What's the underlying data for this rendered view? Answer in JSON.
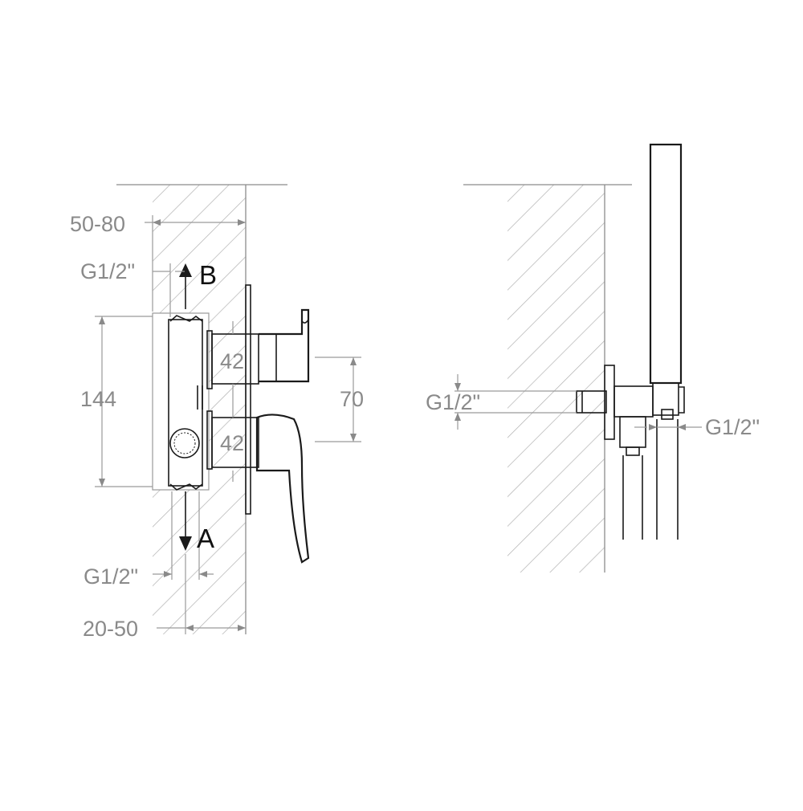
{
  "colors": {
    "line": "#1a1a1a",
    "dimension": "#8a8a8a",
    "hatch": "#b0b0b0"
  },
  "left_view": {
    "dim_wall_depth": "50-80",
    "dim_outlet_b_thread": "G1/2\"",
    "outlet_b_label": "B",
    "dim_body_height": "144",
    "dim_upper_cartridge": "42",
    "dim_lower_cartridge": "42",
    "dim_handle_spacing": "70",
    "outlet_a_label": "A",
    "dim_outlet_a_thread": "G1/2\"",
    "dim_install_depth": "20-50"
  },
  "right_view": {
    "dim_wall_outlet_thread": "G1/2\"",
    "dim_hose_thread": "G1/2\""
  }
}
